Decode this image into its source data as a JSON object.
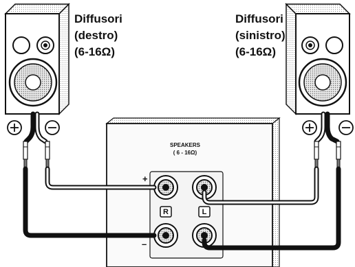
{
  "speaker_right": {
    "line1": "Diffusori",
    "line2": "(destro)",
    "line3": "(6-16Ω)"
  },
  "speaker_left": {
    "line1": "Diffusori",
    "line2": "(sinistro)",
    "line3": "(6-16Ω)"
  },
  "panel": {
    "title": "SPEAKERS",
    "impedance": "( 6 - 16Ω)",
    "plus": "+",
    "minus": "–",
    "badge_r": "R",
    "badge_l": "L"
  },
  "terminal_symbols": {
    "plus": "⊕",
    "minus": "⊖"
  }
}
